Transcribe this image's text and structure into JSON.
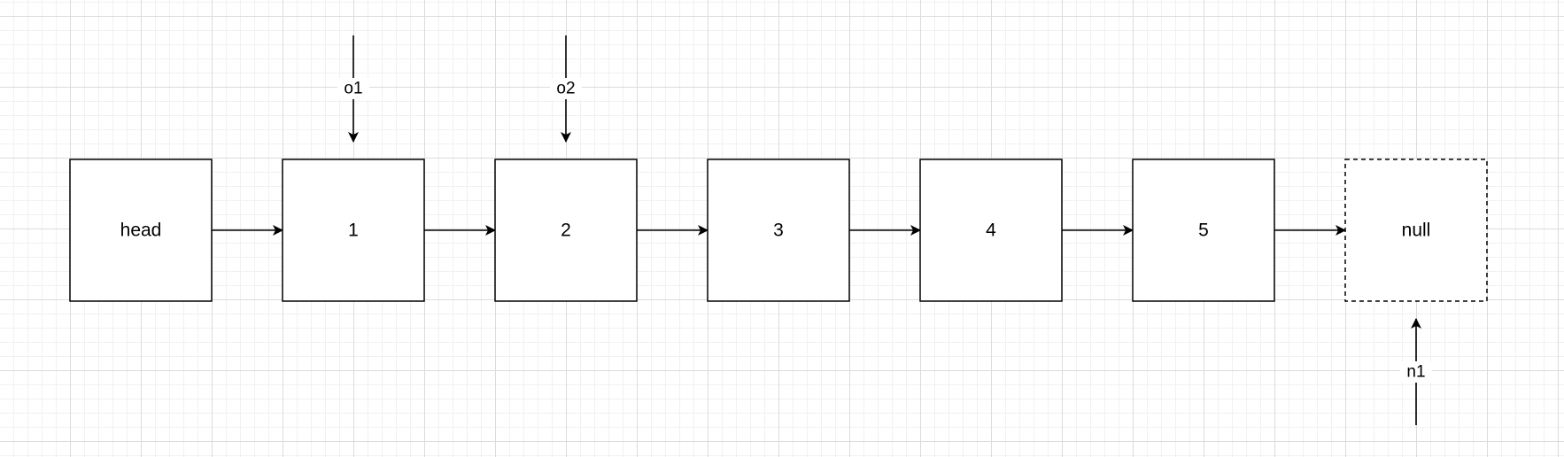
{
  "nodes": [
    {
      "id": "head",
      "label": "head",
      "dashed": false
    },
    {
      "id": "n1",
      "label": "1",
      "dashed": false
    },
    {
      "id": "n2",
      "label": "2",
      "dashed": false
    },
    {
      "id": "n3",
      "label": "3",
      "dashed": false
    },
    {
      "id": "n4",
      "label": "4",
      "dashed": false
    },
    {
      "id": "n5",
      "label": "5",
      "dashed": false
    },
    {
      "id": "null",
      "label": "null",
      "dashed": true
    }
  ],
  "edges": [
    {
      "from": "head",
      "to": "n1"
    },
    {
      "from": "n1",
      "to": "n2"
    },
    {
      "from": "n2",
      "to": "n3"
    },
    {
      "from": "n3",
      "to": "n4"
    },
    {
      "from": "n4",
      "to": "n5"
    },
    {
      "from": "n5",
      "to": "null"
    }
  ],
  "pointers": [
    {
      "label": "o1",
      "target": "n1",
      "side": "top"
    },
    {
      "label": "o2",
      "target": "n2",
      "side": "top"
    },
    {
      "label": "n1",
      "target": "null",
      "side": "bottom"
    }
  ]
}
